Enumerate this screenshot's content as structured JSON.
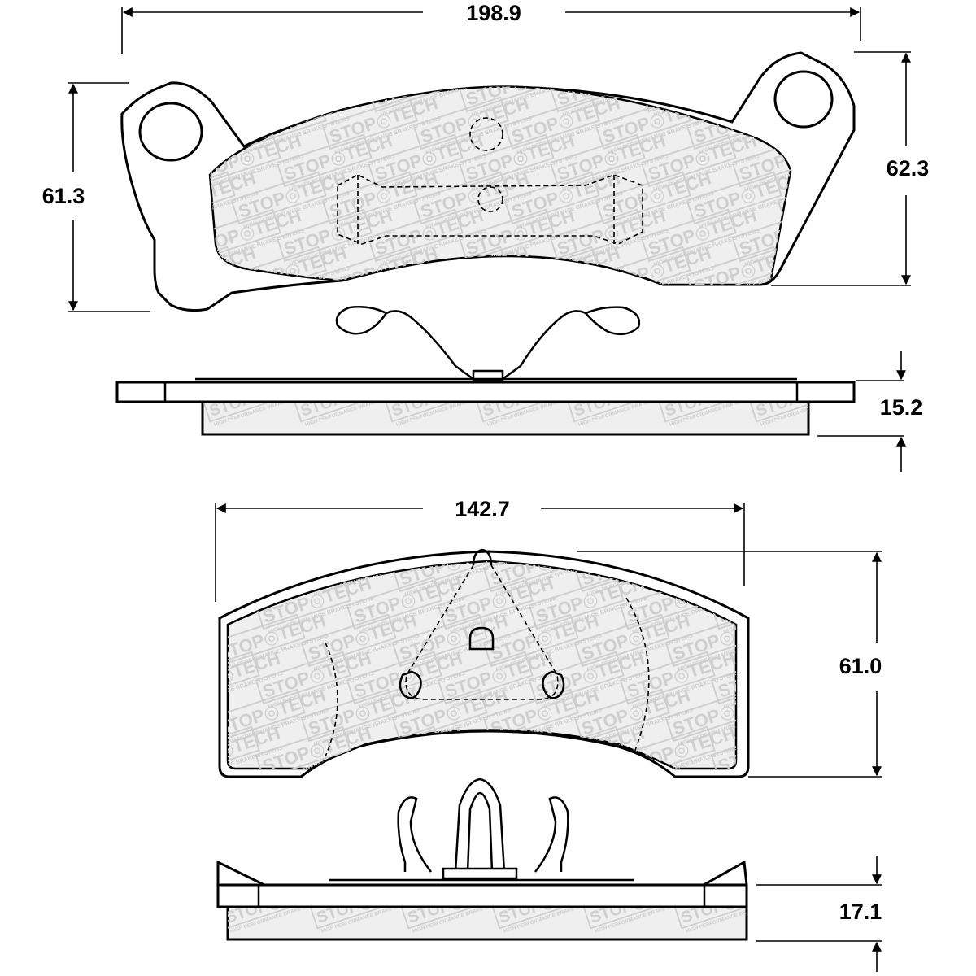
{
  "brand": {
    "name_part1": "STOP",
    "name_part2": "TECH",
    "tagline": "HIGH PERFORMANCE BRAKE SYSTEMS"
  },
  "colors": {
    "line": "#000000",
    "pad_fill": "#ececec",
    "watermark": "#cfcfcf",
    "background": "#ffffff"
  },
  "dimensions": {
    "pad1_width": "198.9",
    "pad1_height_left": "61.3",
    "pad1_height_right": "62.3",
    "pad1_thickness": "15.2",
    "pad2_width": "142.7",
    "pad2_height": "61.0",
    "pad2_thickness": "17.1"
  }
}
